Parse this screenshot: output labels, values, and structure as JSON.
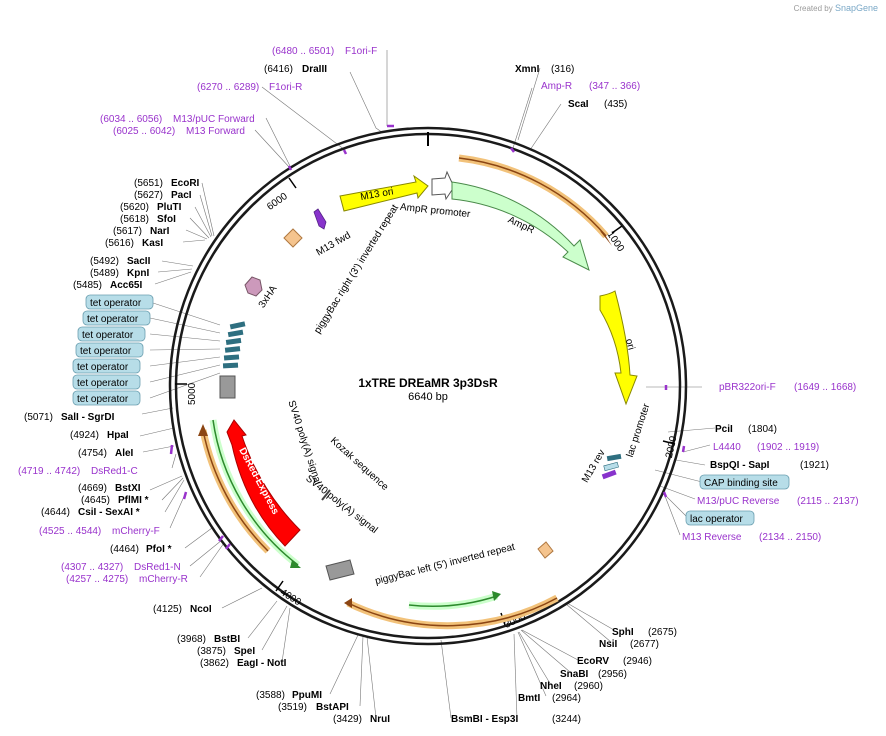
{
  "credit": {
    "prefix": "Created by",
    "brand": "SnapGene"
  },
  "plasmid": {
    "name": "1xTRE DREaMR 3p3DsR",
    "length": "6640 bp"
  },
  "ticks": [
    "1000",
    "2000",
    "3000",
    "4000",
    "5000",
    "6000"
  ],
  "sites": [
    {
      "pos": "(316)",
      "name": "XmnI"
    },
    {
      "pos": "(435)",
      "name": "ScaI"
    },
    {
      "pos": "(1804)",
      "name": "PciI"
    },
    {
      "pos": "(1921)",
      "name": "BspQI - SapI"
    },
    {
      "pos": "(2675)",
      "name": "SphI"
    },
    {
      "pos": "(2677)",
      "name": "NsiI"
    },
    {
      "pos": "(2946)",
      "name": "EcoRV"
    },
    {
      "pos": "(2956)",
      "name": "SnaBI"
    },
    {
      "pos": "(2960)",
      "name": "NheI"
    },
    {
      "pos": "(2964)",
      "name": "BmtI"
    },
    {
      "pos": "(3244)",
      "name": "BsmBI - Esp3I"
    },
    {
      "pos": "(3429)",
      "name": "NruI"
    },
    {
      "pos": "(3519)",
      "name": "BstAPI"
    },
    {
      "pos": "(3588)",
      "name": "PpuMI"
    },
    {
      "pos": "(3862)",
      "name": "EagI - NotI"
    },
    {
      "pos": "(3875)",
      "name": "SpeI"
    },
    {
      "pos": "(3968)",
      "name": "BstBI"
    },
    {
      "pos": "(4125)",
      "name": "NcoI"
    },
    {
      "pos": "(4464)",
      "name": "PfoI *"
    },
    {
      "pos": "(4644)",
      "name": "CsiI - SexAI *"
    },
    {
      "pos": "(4645)",
      "name": "PflMI *"
    },
    {
      "pos": "(4669)",
      "name": "BstXI"
    },
    {
      "pos": "(4754)",
      "name": "AleI"
    },
    {
      "pos": "(4924)",
      "name": "HpaI"
    },
    {
      "pos": "(5071)",
      "name": "SalI - SgrDI"
    },
    {
      "pos": "(5485)",
      "name": "Acc65I"
    },
    {
      "pos": "(5489)",
      "name": "KpnI"
    },
    {
      "pos": "(5492)",
      "name": "SacII"
    },
    {
      "pos": "(5616)",
      "name": "KasI"
    },
    {
      "pos": "(5617)",
      "name": "NarI"
    },
    {
      "pos": "(5618)",
      "name": "SfoI"
    },
    {
      "pos": "(5620)",
      "name": "PluTI"
    },
    {
      "pos": "(5627)",
      "name": "PacI"
    },
    {
      "pos": "(5651)",
      "name": "EcoRI"
    },
    {
      "pos": "(6416)",
      "name": "DraIII"
    }
  ],
  "primers": [
    {
      "range": "(6480 .. 6501)",
      "name": "F1ori-F"
    },
    {
      "range": "(6270 .. 6289)",
      "name": "F1ori-R"
    },
    {
      "range": "(6034 .. 6056)",
      "name": "M13/pUC Forward"
    },
    {
      "range": "(6025 .. 6042)",
      "name": "M13 Forward"
    },
    {
      "range": "(347 .. 366)",
      "name": "Amp-R"
    },
    {
      "range": "(1649 .. 1668)",
      "name": "pBR322ori-F"
    },
    {
      "range": "(1902 .. 1919)",
      "name": "L4440"
    },
    {
      "range": "(2115 .. 2137)",
      "name": "M13/pUC Reverse"
    },
    {
      "range": "(2134 .. 2150)",
      "name": "M13 Reverse"
    },
    {
      "range": "(4719 .. 4742)",
      "name": "DsRed1-C"
    },
    {
      "range": "(4525 .. 4544)",
      "name": "mCherry-F"
    },
    {
      "range": "(4307 .. 4327)",
      "name": "DsRed1-N"
    },
    {
      "range": "(4257 .. 4275)",
      "name": "mCherry-R"
    }
  ],
  "boxed_features": [
    "tet operator",
    "tet operator",
    "tet operator",
    "tet operator",
    "tet operator",
    "tet operator",
    "tet operator",
    "CAP binding site",
    "lac operator"
  ],
  "features": {
    "m13_ori": "M13 ori",
    "ampr_promoter": "AmpR promoter",
    "ampr": "AmpR",
    "ori": "ori",
    "m13_fwd": "M13 fwd",
    "pb_right": "piggyBac right (3') inverted repeat",
    "ha": "3xHA",
    "sv40_top": "SV40 poly(A) signal",
    "dsred": "DsRed-Express",
    "kozak": "Kozak sequence",
    "sv40_bottom": "SV40 poly(A) signal",
    "pb_left": "piggyBac left (5') inverted repeat",
    "m13_rev": "M13 rev",
    "lac_promoter": "lac promoter"
  },
  "colors": {
    "backbone": "#1a1a1a",
    "primer": "#9933cc",
    "ampr": "#ccffcc",
    "ori": "#ffff00",
    "dsred": "#ff0000",
    "orf_outline": "#f2c27a",
    "orf_arrow": "#8b4513",
    "operator": "#b7dde8",
    "pb_repeat": "#f5c48e",
    "sv40": "#999999",
    "ha": "#cc99bb",
    "tet_block": "#2e6f80"
  }
}
